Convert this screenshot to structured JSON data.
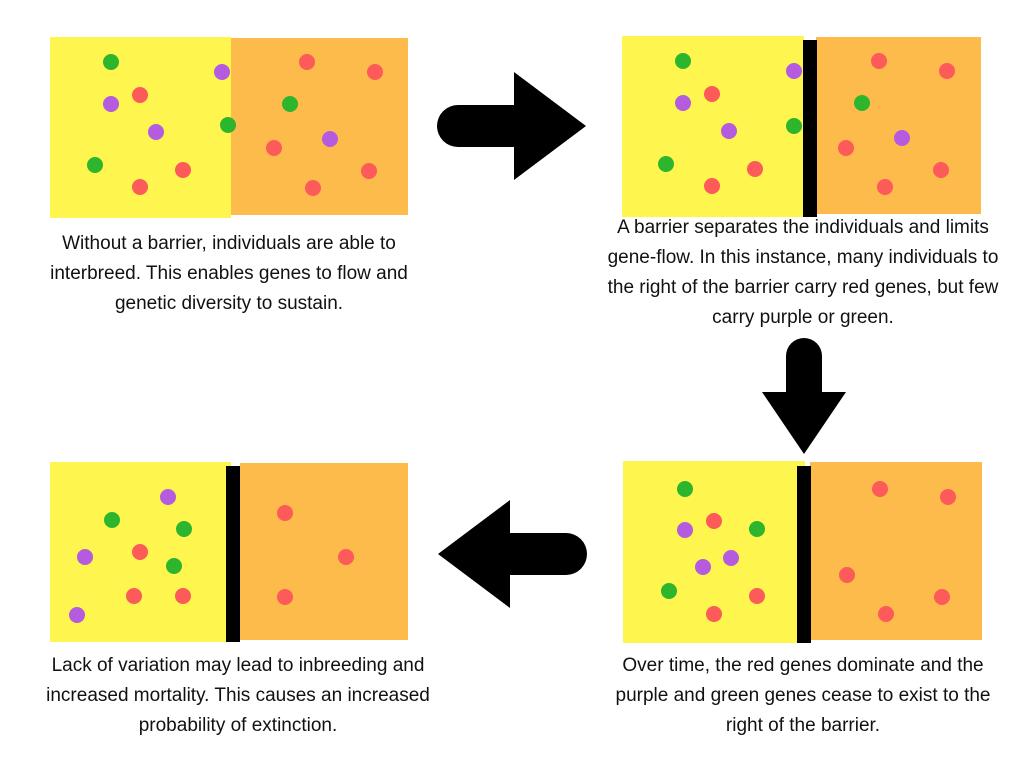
{
  "colors": {
    "left_zone": "#fef54f",
    "right_zone": "#fdbb4b",
    "barrier": "#000000",
    "green": "#2db52d",
    "purple": "#b45be0",
    "red": "#fd5a5a",
    "arrow": "#000000"
  },
  "panels": [
    {
      "name": "panel-no-barrier",
      "caption": "Without a barrier, individuals are able to interbreed. This enables genes to flow and genetic diversity to sustain.",
      "has_barrier": false
    },
    {
      "name": "panel-barrier-formed",
      "caption": "A barrier separates the individuals and limits gene-flow. In this instance, many individuals to the right of the barrier carry red genes, but few carry purple or green.",
      "has_barrier": true
    },
    {
      "name": "panel-red-dominates",
      "caption": "Over time, the red genes dominate and the purple and green genes cease to exist to the right of the barrier.",
      "has_barrier": true
    },
    {
      "name": "panel-inbreeding",
      "caption": "Lack of variation may lead to inbreeding and increased mortality. This causes an increased probability of extinction.",
      "has_barrier": true
    }
  ],
  "arrows": [
    {
      "name": "arrow-right-icon",
      "direction": "right"
    },
    {
      "name": "arrow-down-icon",
      "direction": "down"
    },
    {
      "name": "arrow-left-icon",
      "direction": "left"
    }
  ]
}
